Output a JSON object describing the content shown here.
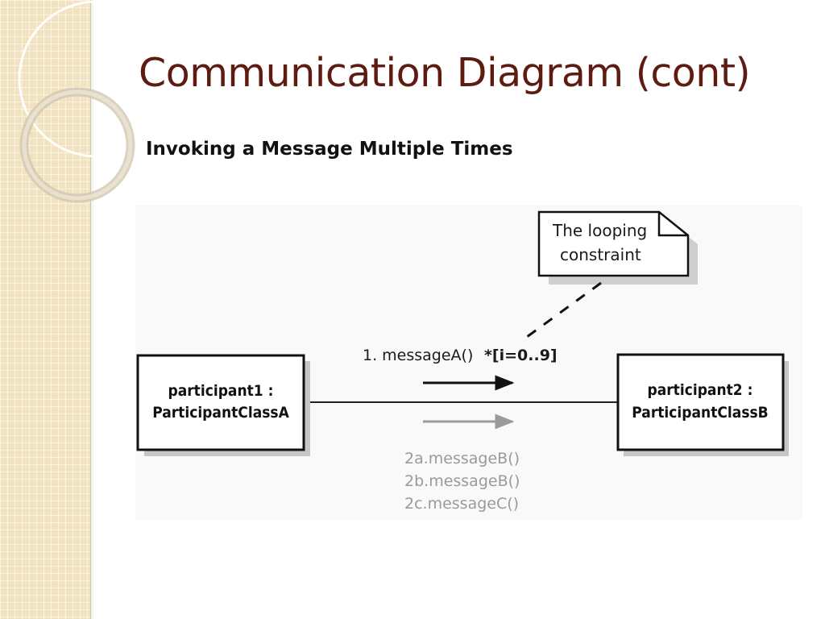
{
  "slide": {
    "title": "Communication Diagram (cont)",
    "subtitle": "Invoking a Message Multiple Times"
  },
  "diagram": {
    "note": {
      "line1": "The looping",
      "line2": "constraint"
    },
    "participant1": {
      "line1": "participant1 :",
      "line2": "ParticipantClassA"
    },
    "participant2": {
      "line1": "participant2 :",
      "line2": "ParticipantClassB"
    },
    "message_1": {
      "name": "1. messageA()",
      "constraint": "*[i=0..9]"
    },
    "messages_2": [
      "2a.messageB()",
      "2b.messageB()",
      "2c.messageC()"
    ]
  },
  "colors": {
    "title": "#5d1b12",
    "side_band": "#f1e3bf",
    "grey_message": "#9a9a9a"
  }
}
